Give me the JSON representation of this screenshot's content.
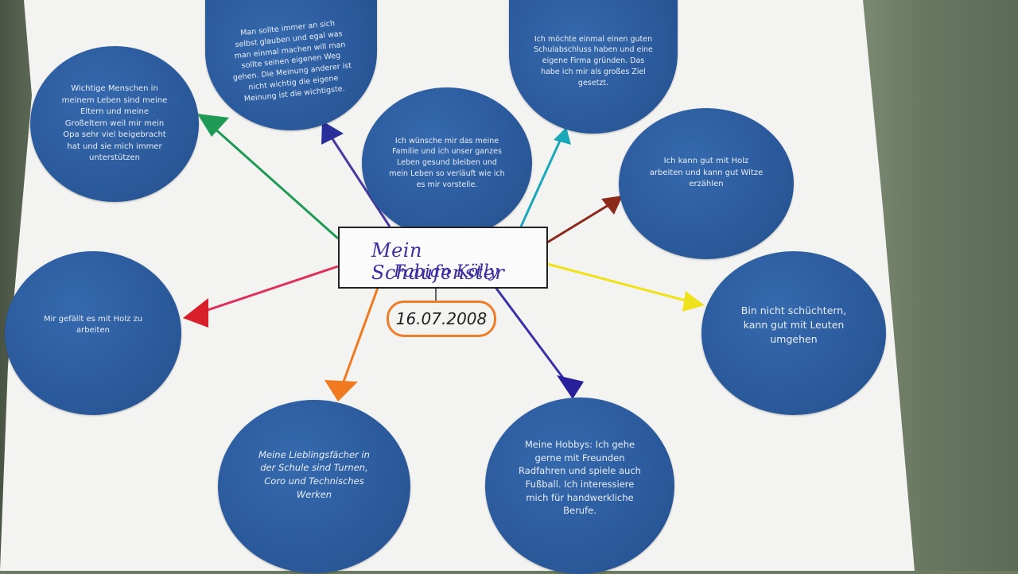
{
  "poster": {
    "title": "Mein Schaufenster",
    "name": "Fabian Kölly",
    "date": "16.07.2008"
  },
  "bubbles": {
    "tl": "Wichtige Menschen in meinem Leben sind meine Eltern und meine Großeltern weil mir mein Opa sehr viel beigebracht hat und sie mich immer unterstützen",
    "top": "Man sollte immer an sich selbst glauben und egal was man einmal machen will man sollte seinen eigenen Weg gehen. Die Meinung anderer ist nicht wichtig die eigene Meinung ist die wichtigste.",
    "center": "Ich wünsche mir das meine Familie und ich unser ganzes Leben gesund bleiben und mein Leben so verläuft wie ich es mir vorstelle.",
    "tr": "Ich möchte einmal einen guten Schulabschluss haben und eine eigene Firma gründen. Das habe ich mir als großes Ziel gesetzt.",
    "right": "Ich kann gut mit Holz arbeiten und kann gut Witze erzählen",
    "far_right": "Bin nicht schüchtern, kann gut mit Leuten umgehen",
    "left": "Mir gefällt es mit Holz zu arbeiten",
    "bottom_left": "Meine Lieblingsfächer in der Schule sind Turnen, Coro und Technisches Werken",
    "bottom_right": "Meine Hobbys: Ich gehe gerne mit Freunden Radfahren und spiele auch Fußball. Ich interessiere mich für handwerkliche Berufe."
  },
  "colors": {
    "circle": "#2b5a9c",
    "arrow_green": "#1f9a55",
    "arrow_navy": "#2a2f9a",
    "arrow_teal": "#1aa7b8",
    "arrow_brown": "#8b2a1a",
    "arrow_yellow": "#f0e21a",
    "arrow_red": "#d8202a",
    "arrow_orange": "#f07a20",
    "arrow_purple": "#2a1f9a"
  }
}
